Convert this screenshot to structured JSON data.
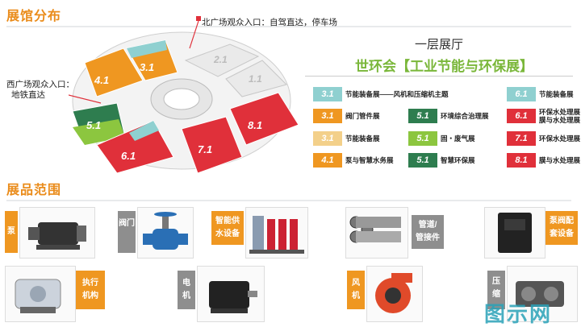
{
  "sections": {
    "layout_title": "展馆分布",
    "products_title": "展品范围"
  },
  "entrances": {
    "north": "北广场观众入口：自驾直达，停车场",
    "west_line1": "西广场观众入口：",
    "west_line2": "地铁直达"
  },
  "hall": {
    "floor": "一层展厅",
    "title": "世环会【工业节能与环保展】"
  },
  "map_halls": [
    {
      "id": "4.1",
      "color": "#ef9721"
    },
    {
      "id": "3.1",
      "color": "#ef9721"
    },
    {
      "id": "2.1",
      "color": "#d8d8d8"
    },
    {
      "id": "1.1",
      "color": "#d8d8d8"
    },
    {
      "id": "5.1",
      "color": "#2e7d4f"
    },
    {
      "id": "6.1",
      "color": "#e0303a"
    },
    {
      "id": "7.1",
      "color": "#e0303a"
    },
    {
      "id": "8.1",
      "color": "#e0303a"
    }
  ],
  "legend": [
    {
      "hall": "3.1",
      "color": "#8fd0d0",
      "name": "节能装备展——风机和压缩机主题"
    },
    {
      "hall": "6.1",
      "color": "#8fd0d0",
      "name": "节能装备展"
    },
    {
      "hall": "3.1",
      "color": "#ef9721",
      "name": "阀门管件展"
    },
    {
      "hall": "5.1",
      "color": "#2e7d4f",
      "name": "环境综合治理展"
    },
    {
      "hall": "6.1",
      "color": "#e0303a",
      "name": "环保水处理展",
      "name2": "膜与水处理展"
    },
    {
      "hall": "3.1",
      "color": "#f3d08a",
      "name": "节能装备展"
    },
    {
      "hall": "5.1",
      "color": "#8cc63f",
      "name": "固・废气展"
    },
    {
      "hall": "7.1",
      "color": "#e0303a",
      "name": "环保水处理展"
    },
    {
      "hall": "4.1",
      "color": "#ef9721",
      "name": "泵与智慧水务展"
    },
    {
      "hall": "5.1",
      "color": "#2e7d4f",
      "name": "智慧环保展"
    },
    {
      "hall": "8.1",
      "color": "#e0303a",
      "name": "膜与水处理展"
    }
  ],
  "products": [
    {
      "label": "泵",
      "icon": "pump-image"
    },
    {
      "label": "阀门",
      "icon": "valve-image"
    },
    {
      "label": "智能供水设备",
      "line1": "智能供",
      "line2": "水设备",
      "icon": "water-supply-image"
    },
    {
      "label": "管道/管接件",
      "line1": "管道/",
      "line2": "管接件",
      "icon": "pipe-image"
    },
    {
      "label": "泵阀配套设备",
      "line1": "泵阀配",
      "line2": "套设备",
      "icon": "controller-image"
    },
    {
      "label": "执行机构",
      "line1": "执行",
      "line2": "机构",
      "icon": "actuator-image"
    },
    {
      "label": "电机",
      "line1": "电",
      "line2": "机",
      "icon": "motor-image"
    },
    {
      "label": "风机",
      "line1": "风",
      "line2": "机",
      "icon": "fan-image"
    },
    {
      "label": "压缩机",
      "line1": "压",
      "line2": "缩",
      "icon": "compressor-image"
    }
  ],
  "watermark": "图示网"
}
